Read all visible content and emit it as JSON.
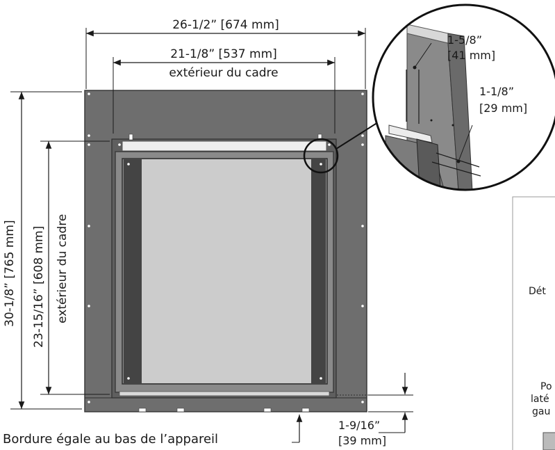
{
  "dimensions": {
    "overall_width": "26-1/2” [674 mm]",
    "frame_width": "21-1/8” [537 mm]",
    "frame_width_caption": "extérieur du cadre",
    "overall_height": "30-1/8” [765 mm]",
    "frame_height": "23-15/16” [608 mm]",
    "frame_height_caption": "extérieur du cadre",
    "detail_depth_1_in": "1-5/8”",
    "detail_depth_1_mm": "[41 mm]",
    "detail_depth_2_in": "1-1/8”",
    "detail_depth_2_mm": "[29 mm]",
    "bottom_edge_in": "1-9/16”",
    "bottom_edge_mm": "[39 mm]"
  },
  "captions": {
    "bottom_note": "Bordure égale au bas de l’appareil"
  },
  "side_panel": {
    "text_1": "Dét",
    "text_2": "Po",
    "text_3": "laté",
    "text_4": "gau"
  },
  "colors": {
    "frame": "#6b6b6b",
    "screen": "#c9c9c9",
    "line": "#1a1a1a"
  }
}
